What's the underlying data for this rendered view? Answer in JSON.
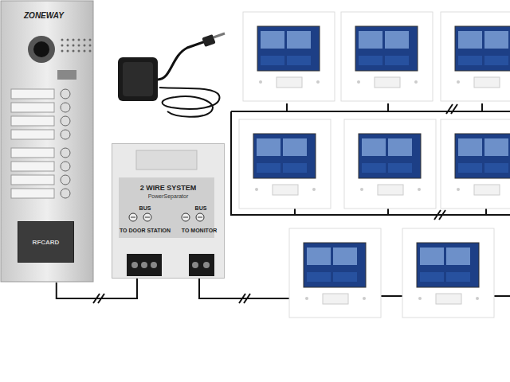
{
  "diagram": {
    "nodes": [
      {
        "text": [
          "ZONEWAY"
        ]
      },
      {
        "text": [
          "RFCARD"
        ],
        "in": 0
      },
      {
        "text": [
          "2 WIRE SYSTEM",
          "PowerSeparator"
        ]
      }
    ],
    "edges": [
      {
        "from": 0,
        "to": 2,
        "arrow": "none"
      }
    ],
    "labels": [
      "BUS",
      "TO DOOR STATION",
      "BUS",
      "TO MONITOR"
    ]
  }
}
